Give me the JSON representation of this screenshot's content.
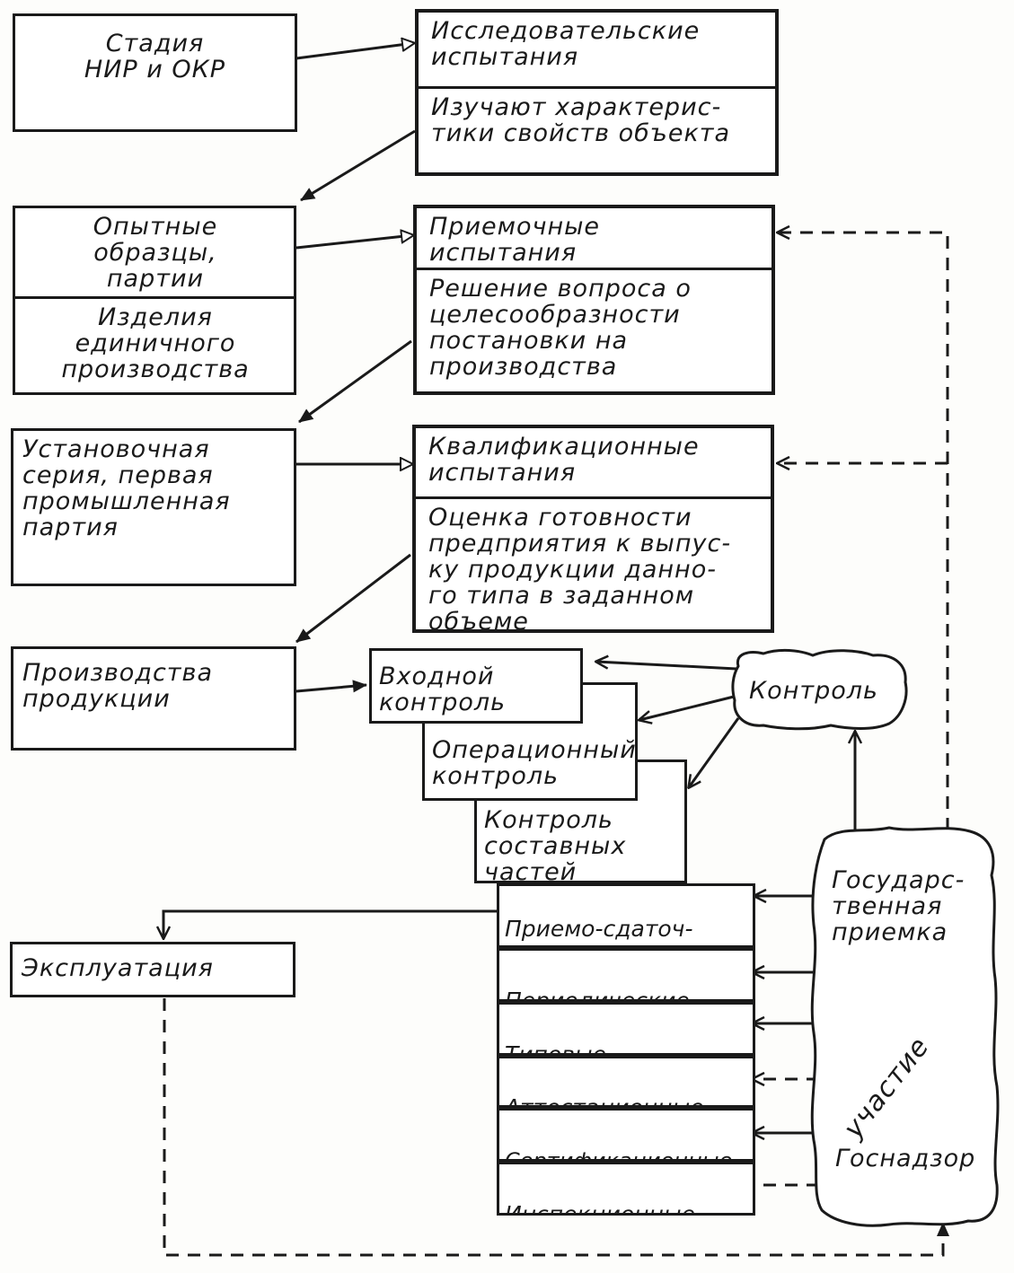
{
  "stages": {
    "research": "Стадия\nНИР и ОКР",
    "prototypes": "Опытные\nобразцы,\nпартии",
    "single_production": "Изделия\nединичного\nпроизводства",
    "setup_series": "Установочная\nсерия, первая\nпромышленная\nпартия",
    "production": "Производства\nпродукции",
    "exploitation": "Эксплуатация"
  },
  "tests": {
    "research_tests": {
      "title": "Исследовательские\nиспытания",
      "desc": "Изучают характерис-\nтики свойств объекта"
    },
    "acceptance_tests": {
      "title": "Приемочные\nиспытания",
      "desc": "Решение вопроса о\nцелесообразности\nпостановки на\nпроизводства"
    },
    "qualification_tests": {
      "title": "Квалификационные\nиспытания",
      "desc": "Оценка готовности\nпредприятия к выпус-\nку продукции данно-\nго типа в заданном\nобъеме"
    }
  },
  "controls": {
    "incoming": "Входной\nконтроль",
    "operational": "Операционный\nконтроль",
    "components": "Контроль\nсоставных\nчастей",
    "cloud": "Контроль"
  },
  "test_list": [
    "Приемо-сдаточ-\nные испытания",
    "Периодические",
    "Типовые",
    "Аттестационные",
    "Сертификационные",
    "Инспекционные"
  ],
  "supervision": {
    "state_acceptance": "Государс-\nтвенная\nприемка",
    "participation": "участие",
    "gosnadzor": "Госнадзор"
  }
}
